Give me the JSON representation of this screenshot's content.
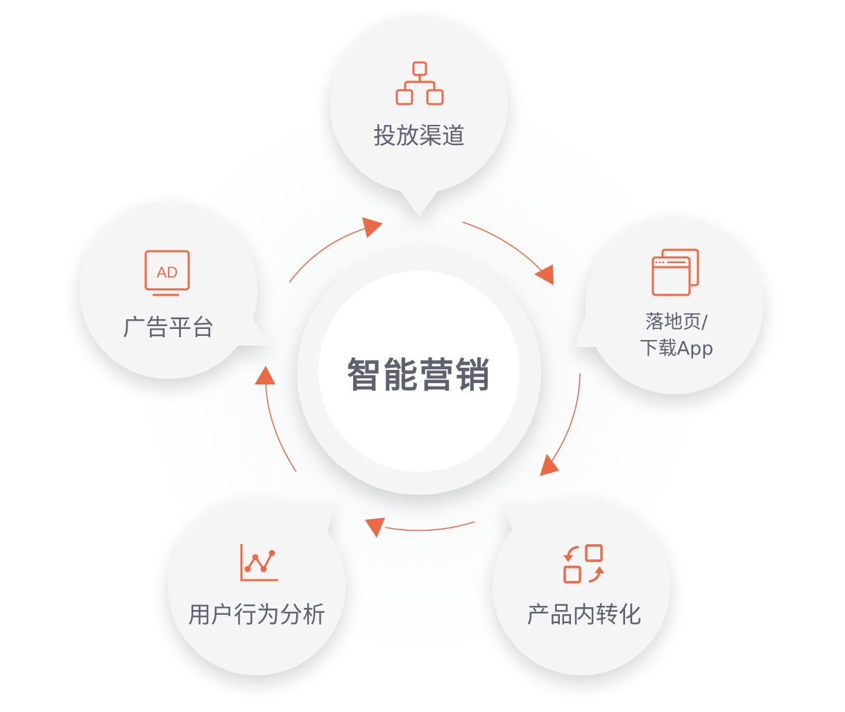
{
  "diagram": {
    "center": {
      "label": "智能营销"
    },
    "nodes": [
      {
        "id": "channel",
        "label": "投放渠道",
        "icon": "hierarchy-icon"
      },
      {
        "id": "landing",
        "label_line1": "落地页/",
        "label_line2": "下载App",
        "icon": "browser-windows-icon"
      },
      {
        "id": "conversion",
        "label": "产品内转化",
        "icon": "swap-squares-icon"
      },
      {
        "id": "analysis",
        "label": "用户行为分析",
        "icon": "line-chart-icon"
      },
      {
        "id": "ad",
        "label": "广告平台",
        "icon": "ad-monitor-icon",
        "icon_text": "AD"
      }
    ],
    "flow": [
      "广告平台",
      "投放渠道",
      "落地页/下载App",
      "产品内转化",
      "用户行为分析",
      "广告平台"
    ]
  },
  "colors": {
    "accent": "#ea6a47",
    "text": "#5d6170",
    "bubble": "#f6f5f6",
    "center_inner": "#ffffff",
    "background": "#ffffff"
  }
}
